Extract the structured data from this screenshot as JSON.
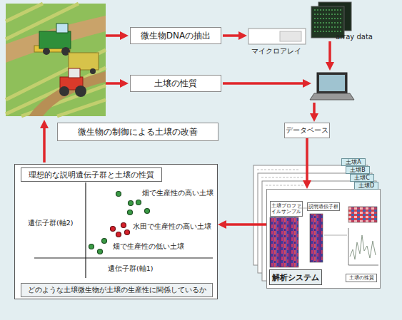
{
  "diagram": {
    "nodes": [
      {
        "text": [
          "微生物DNAの抽出"
        ]
      },
      {
        "text": [
          "土壌の性質"
        ]
      },
      {
        "text": [
          "データベース"
        ]
      },
      {
        "text": [
          "微生物の制御による土壌の改善"
        ]
      },
      {
        "text": [
          "遺伝子群(軸2)",
          "遺伝子群(軸1)",
          "畑で生産性の高い土壌",
          "水田で生産性の高い土壌",
          "畑で生産性の低い土壌"
        ]
      },
      {
        "text": [
          "理想的な説明遺伝子群と土壌の性質"
        ],
        "in": 4
      },
      {
        "text": [
          "どのような土壌微生物が土壌の生産性に関係しているか"
        ],
        "in": 4
      },
      {
        "text": [
          "土壌A"
        ]
      },
      {
        "text": [
          "土壌B"
        ]
      },
      {
        "text": [
          "土壌C"
        ]
      },
      {
        "text": [
          "土壌D"
        ]
      },
      {
        "text": [
          "解析システム"
        ]
      },
      {
        "text": [
          "土壌プロファイルサンプル"
        ],
        "in": 11
      },
      {
        "text": [
          "説明遺伝子群"
        ],
        "in": 11
      },
      {
        "text": [
          "土壌の性質"
        ],
        "in": 11
      }
    ],
    "edges": [
      {
        "from": 2,
        "to": 11,
        "arrow": "to"
      },
      {
        "from": 11,
        "to": 4,
        "arrow": "to"
      }
    ],
    "labels": [
      "マイクロアレイ",
      "array data"
    ]
  }
}
